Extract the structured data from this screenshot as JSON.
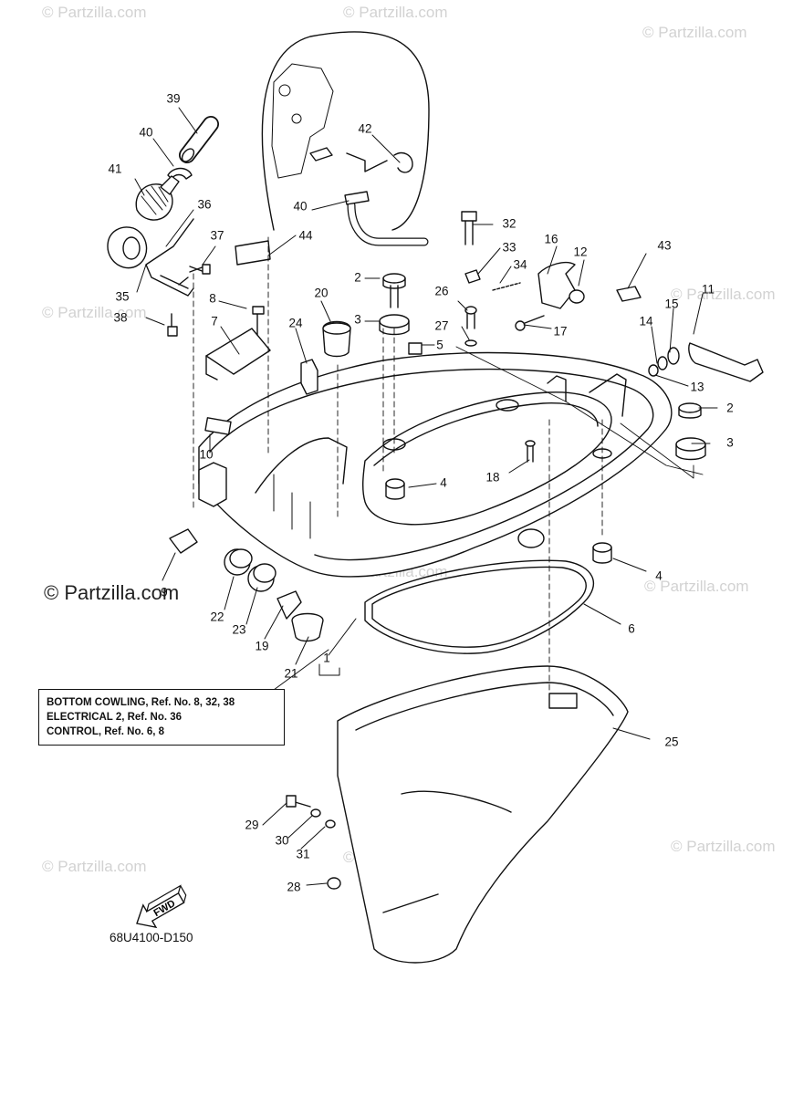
{
  "watermark": "© Partzilla.com",
  "ref_box": {
    "lines": [
      "BOTTOM COWLING, Ref. No. 8, 32, 38",
      "ELECTRICAL 2,  Ref. No. 36",
      "CONTROL,  Ref. No. 6, 8"
    ]
  },
  "diagram_code": "68U4100-D150",
  "fwd_label": "FWD",
  "callouts": [
    "39",
    "40",
    "42",
    "41",
    "36",
    "40",
    "37",
    "44",
    "35",
    "32",
    "33",
    "16",
    "12",
    "43",
    "8",
    "2",
    "34",
    "20",
    "26",
    "11",
    "38",
    "3",
    "15",
    "7",
    "24",
    "27",
    "5",
    "17",
    "14",
    "13",
    "2",
    "10",
    "18",
    "3",
    "4",
    "4",
    "9",
    "22",
    "23",
    "6",
    "19",
    "21",
    "1",
    "25",
    "29",
    "30",
    "31",
    "28"
  ],
  "colors": {
    "line": "#111111",
    "watermark": "#d2d2d2"
  }
}
